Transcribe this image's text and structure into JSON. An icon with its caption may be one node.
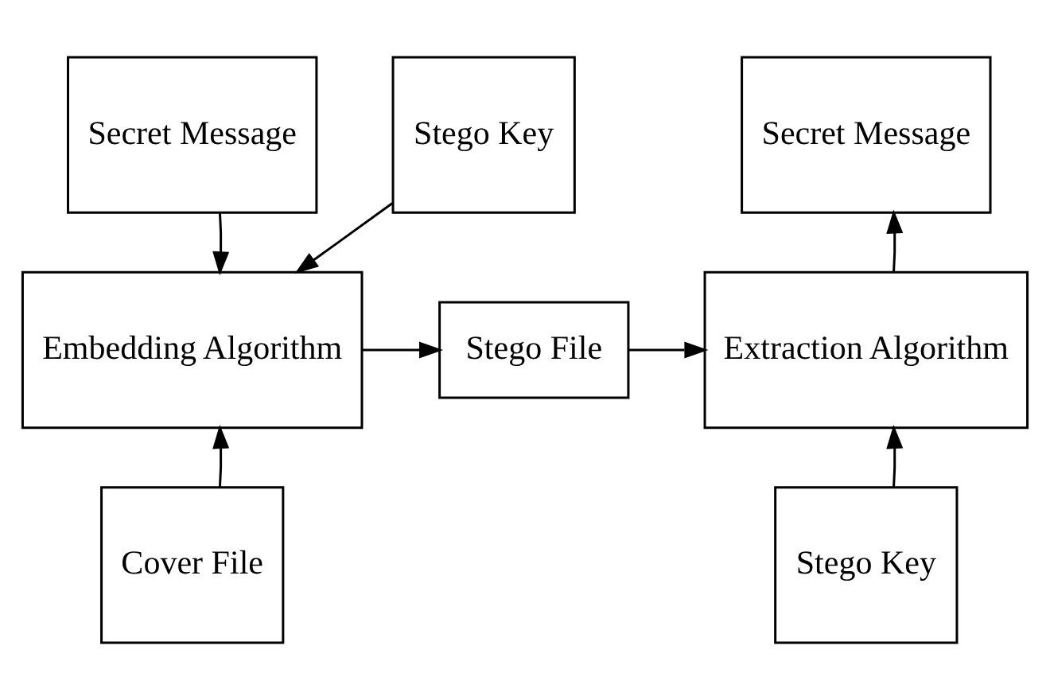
{
  "diagram": {
    "nodes": [
      {
        "text": [
          "Secret Message"
        ]
      },
      {
        "text": [
          "Stego Key"
        ]
      },
      {
        "text": [
          "Embedding Algorithm"
        ]
      },
      {
        "text": [
          "Cover File"
        ]
      },
      {
        "text": [
          "Stego File"
        ]
      },
      {
        "text": [
          "Secret Message"
        ]
      },
      {
        "text": [
          "Extraction Algorithm"
        ]
      },
      {
        "text": [
          "Stego Key"
        ]
      }
    ],
    "edges": [
      {
        "from": 0,
        "to": 2,
        "arrow": "to"
      },
      {
        "from": 1,
        "to": 2,
        "arrow": "to"
      },
      {
        "from": 3,
        "to": 2,
        "arrow": "to"
      },
      {
        "from": 2,
        "to": 4,
        "arrow": "to"
      },
      {
        "from": 4,
        "to": 6,
        "arrow": "to"
      },
      {
        "from": 6,
        "to": 5,
        "arrow": "to"
      },
      {
        "from": 7,
        "to": 6,
        "arrow": "to"
      }
    ]
  }
}
